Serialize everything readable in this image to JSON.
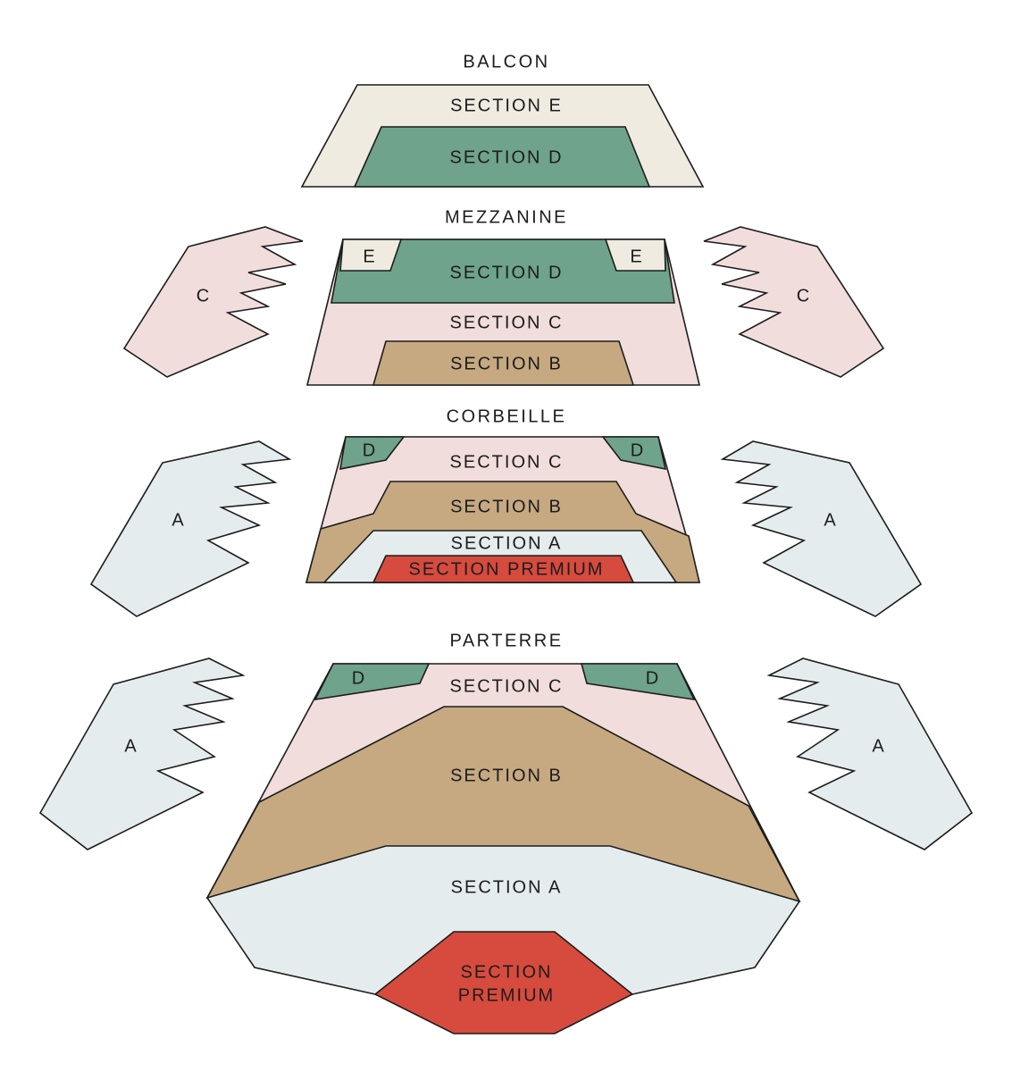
{
  "colors": {
    "section_e": "#efebe1",
    "section_d": "#6fa38b",
    "section_c": "#f1dddc",
    "section_b": "#c6a981",
    "section_a": "#e5ecee",
    "premium": "#d64b3e",
    "outline": "#1c1c1c"
  },
  "levels": {
    "balcon": "BALCON",
    "mezzanine": "MEZZANINE",
    "corbeille": "CORBEILLE",
    "parterre": "PARTERRE"
  },
  "sections": {
    "e": "SECTION E",
    "d": "SECTION D",
    "c": "SECTION C",
    "b": "SECTION B",
    "a": "SECTION A",
    "premium": "SECTION PREMIUM",
    "premium_line1": "SECTION",
    "premium_line2": "PREMIUM"
  },
  "short": {
    "e": "E",
    "d": "D",
    "c": "C",
    "a": "A"
  }
}
